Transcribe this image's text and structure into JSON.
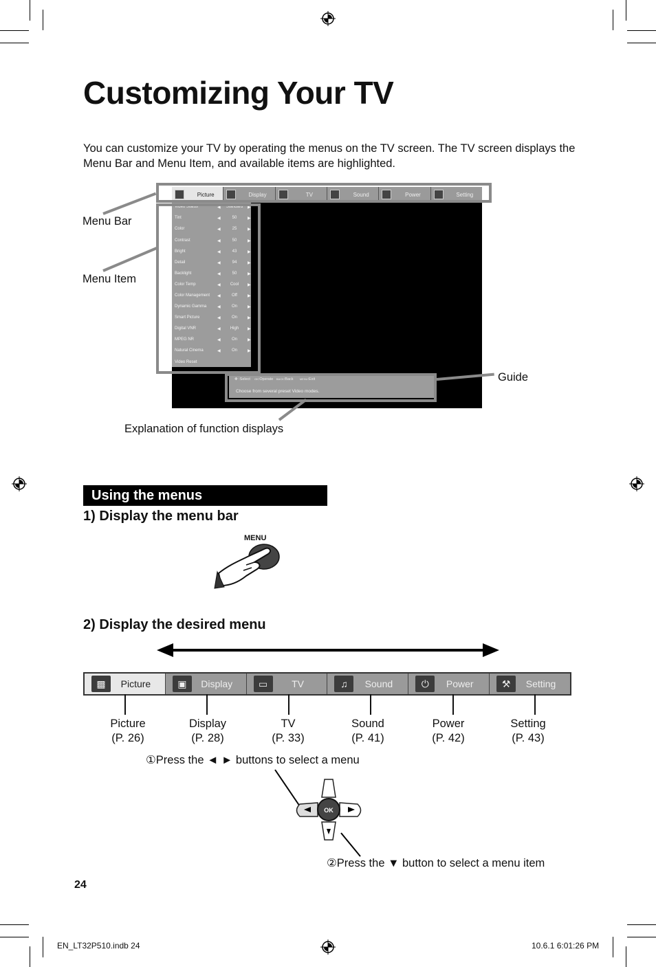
{
  "page": {
    "title": "Customizing Your TV",
    "intro": "You can customize your TV by operating the menus on the TV screen. The TV screen displays the Menu Bar and Menu Item, and available items are highlighted.",
    "page_number": "24",
    "footer_left": "EN_LT32P510.indb   24",
    "footer_right": "10.6.1   6:01:26 PM"
  },
  "diagram": {
    "callouts": {
      "menu_bar": "Menu Bar",
      "menu_item": "Menu Item",
      "guide": "Guide",
      "explanation": "Explanation of function displays"
    },
    "menubar_tabs": [
      "Picture",
      "Display",
      "TV",
      "Sound",
      "Power",
      "Setting"
    ],
    "menu_items": [
      {
        "name": "Video Status",
        "value": "Standard"
      },
      {
        "name": "Tint",
        "value": "50"
      },
      {
        "name": "Color",
        "value": "25"
      },
      {
        "name": "Contrast",
        "value": "50"
      },
      {
        "name": "Bright",
        "value": "43"
      },
      {
        "name": "Detail",
        "value": "94"
      },
      {
        "name": "Backlight",
        "value": "50"
      },
      {
        "name": "Color Temp",
        "value": "Cool"
      },
      {
        "name": "Color Management",
        "value": "Off"
      },
      {
        "name": "Dynamic Gamma",
        "value": "On"
      },
      {
        "name": "Smart Picture",
        "value": "On"
      },
      {
        "name": "Digital VNR",
        "value": "High"
      },
      {
        "name": "MPEG NR",
        "value": "On"
      },
      {
        "name": "Natural Cinema",
        "value": "On"
      },
      {
        "name": "Video Reset",
        "value": ""
      }
    ],
    "guide_row": {
      "select": ":Select",
      "operate": ":Operate",
      "back_key": "BACK",
      "back": ":Back",
      "menu_key": "MENU",
      "exit": ":Exit",
      "ok_key": "OK"
    },
    "explanation_text": "Choose from several preset Video modes."
  },
  "section": {
    "heading": "Using the menus",
    "step1": "1)  Display the menu bar",
    "menu_button_label": "MENU",
    "step2": "2)  Display the desired menu",
    "bar_tabs": [
      {
        "label": "Picture",
        "icon": "picture-icon"
      },
      {
        "label": "Display",
        "icon": "display-icon"
      },
      {
        "label": "TV",
        "icon": "tv-icon"
      },
      {
        "label": "Sound",
        "icon": "sound-icon"
      },
      {
        "label": "Power",
        "icon": "power-icon"
      },
      {
        "label": "Setting",
        "icon": "setting-icon"
      }
    ],
    "refs": [
      {
        "name": "Picture",
        "page": "(P. 26)"
      },
      {
        "name": "Display",
        "page": "(P. 28)"
      },
      {
        "name": "TV",
        "page": "(P. 33)"
      },
      {
        "name": "Sound",
        "page": "(P. 41)"
      },
      {
        "name": "Power",
        "page": "(P. 42)"
      },
      {
        "name": "Setting",
        "page": "(P. 43)"
      }
    ],
    "instruction1": "①Press the ◄ ► buttons to select a menu",
    "instruction2": "②Press the ▼ button to select a menu item",
    "ok_label": "OK"
  }
}
